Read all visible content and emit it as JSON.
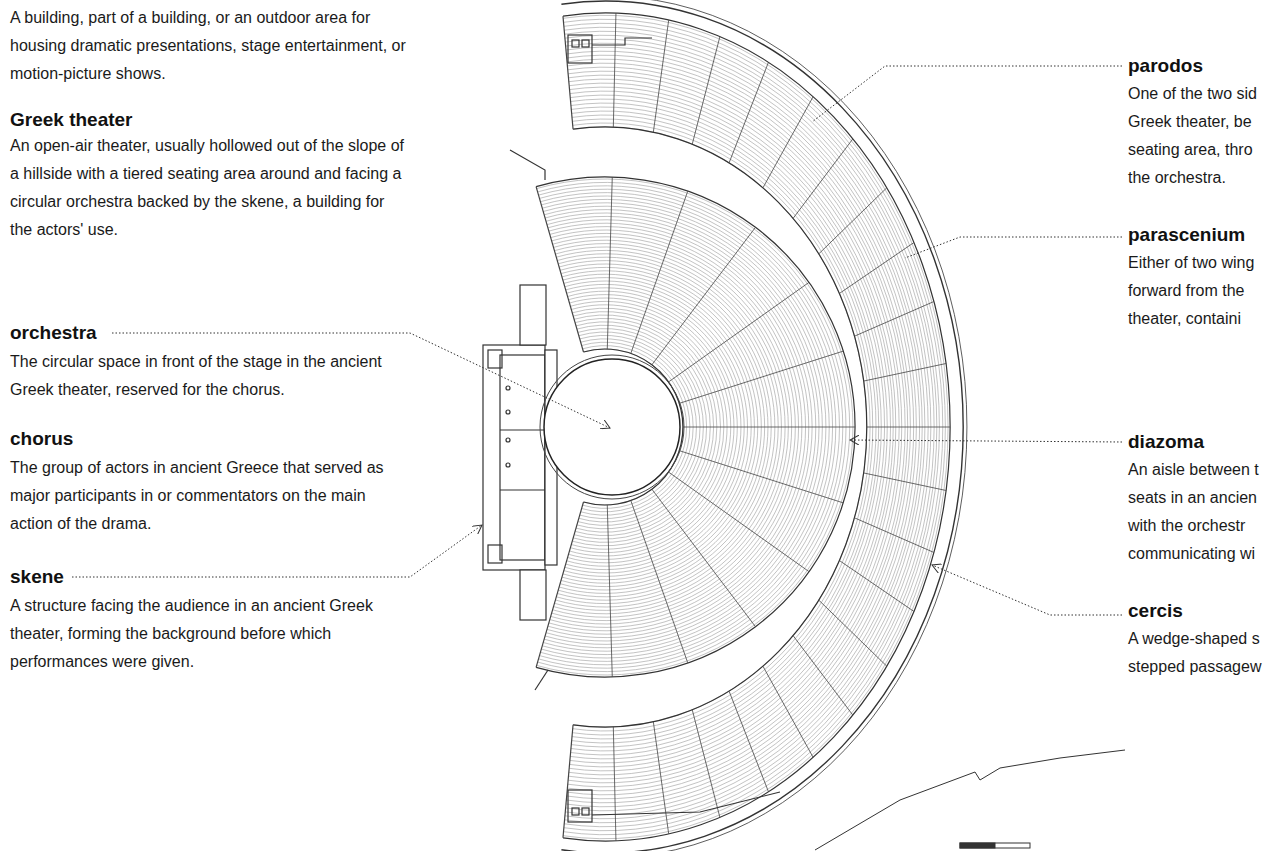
{
  "diagram": {
    "labels": [
      "A building, part of a building, or an outdoor area for housing dramatic presentations, stage entertainment, or motion-picture shows.",
      "Greek theater",
      "An open-air theater, usually hollowed out of the slope of a hillside with a tiered seating area around and facing a circular orchestra backed by the skene, a building for the actors' use.",
      "orchestra",
      "The circular space in front of the stage in the ancient Greek theater, reserved for the chorus.",
      "chorus",
      "The group of actors in ancient Greece that served as major participants in or commentators on the main action of the drama.",
      "skene",
      "A structure facing the audience in an ancient Greek theater, forming the background before which performances were given.",
      "parodos",
      "One of the two sid Greek theater, be seating area, thro the orchestra.",
      "parascenium",
      "Either of two wing forward from the theater, containi",
      "diazoma",
      "An aisle between t seats in an ancien with the orchestr communicating wi",
      "cercis",
      "A wedge-shaped s stepped passagew"
    ]
  }
}
